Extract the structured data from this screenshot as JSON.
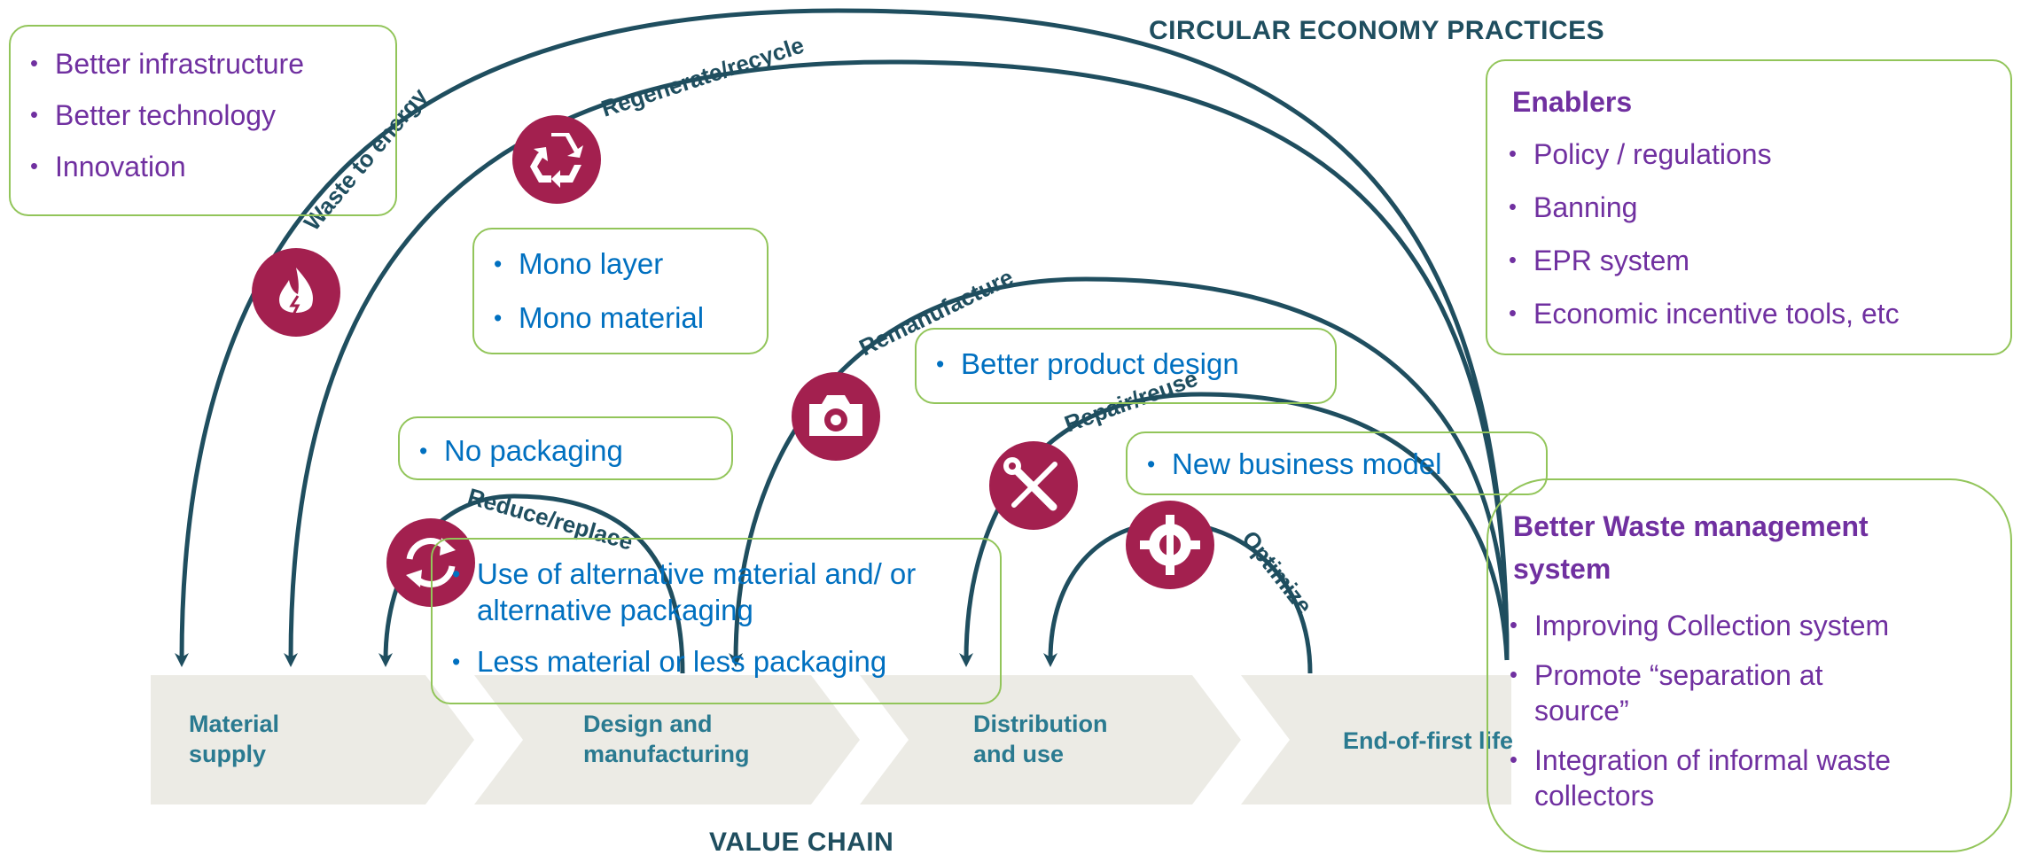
{
  "headings": {
    "top": "CIRCULAR ECONOMY PRACTICES",
    "bottom": "VALUE CHAIN"
  },
  "stages": [
    {
      "line1": "Material",
      "line2": "supply"
    },
    {
      "line1": "Design and",
      "line2": "manufacturing"
    },
    {
      "line1": "Distribution",
      "line2": "and use"
    },
    {
      "line1": "End-of-first life",
      "line2": ""
    }
  ],
  "arcs": [
    {
      "label": "Waste to energy",
      "icon": "flame-icon"
    },
    {
      "label": "Regenerate/recycle",
      "icon": "recycle-icon"
    },
    {
      "label": "Remanufacture",
      "icon": "camera-gear-icon"
    },
    {
      "label": "Repair/reuse",
      "icon": "wrench-screwdriver-icon"
    },
    {
      "label": "Reduce/replace",
      "icon": "cycle-arrows-icon"
    },
    {
      "label": "Optimize",
      "icon": "gear-wrench-icon"
    }
  ],
  "boxes": {
    "infrastructure": {
      "items": [
        "Better infrastructure",
        "Better technology",
        "Innovation"
      ]
    },
    "mono": {
      "items": [
        "Mono layer",
        "Mono material"
      ]
    },
    "no_packaging": {
      "items": [
        "No packaging"
      ]
    },
    "product_design": {
      "items": [
        "Better product design"
      ]
    },
    "business_model": {
      "items": [
        "New business model"
      ]
    },
    "alternative": {
      "items": [
        "Use of alternative material and/ or alternative packaging",
        "Less material or less packaging"
      ]
    },
    "enablers": {
      "title": "Enablers",
      "items": [
        "Policy / regulations",
        "Banning",
        "EPR system",
        "Economic incentive tools, etc"
      ]
    },
    "waste_mgmt": {
      "title": "Better Waste management system",
      "items": [
        "Improving Collection system",
        "Promote “separation at source”",
        "Integration of informal waste collectors"
      ]
    }
  },
  "colors": {
    "arc": "#1f4e5f",
    "icon_fill": "#a3204f",
    "chevron": "#ecebe5",
    "box_border": "#92c55a",
    "purple_text": "#7030a0",
    "blue_text": "#0070c0"
  }
}
